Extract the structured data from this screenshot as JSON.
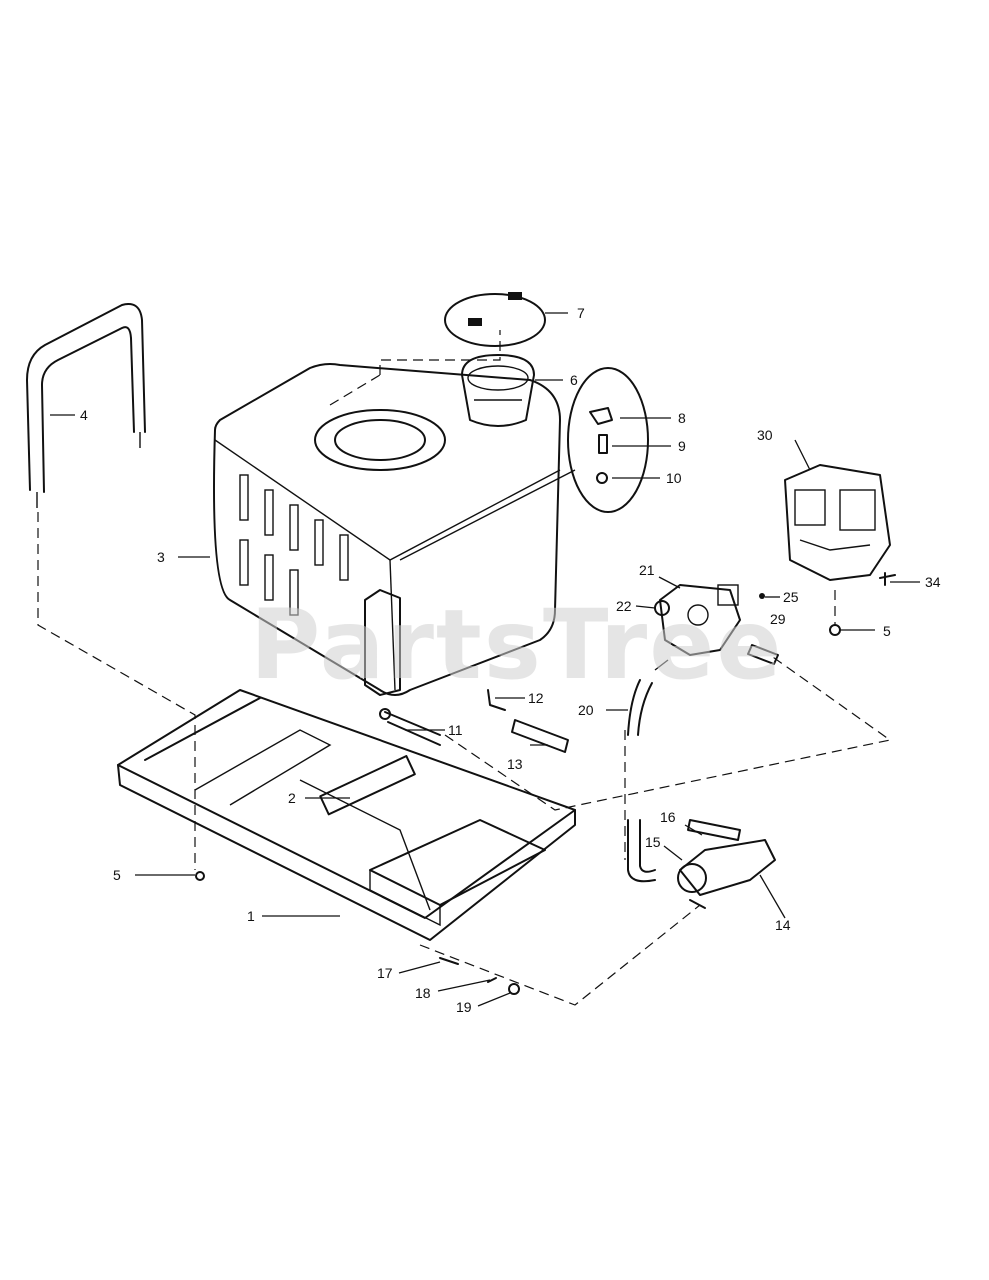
{
  "watermark": "PartsTree",
  "callouts": {
    "c1": "1",
    "c2": "2",
    "c3": "3",
    "c4": "4",
    "c5a": "5",
    "c5b": "5",
    "c6": "6",
    "c7": "7",
    "c8": "8",
    "c9": "9",
    "c10": "10",
    "c11": "11",
    "c12": "12",
    "c13": "13",
    "c14": "14",
    "c15": "15",
    "c16": "16",
    "c17": "17",
    "c18": "18",
    "c19": "19",
    "c20": "20",
    "c21": "21",
    "c22": "22",
    "c25": "25",
    "c29": "29",
    "c30": "30",
    "c34": "34"
  }
}
